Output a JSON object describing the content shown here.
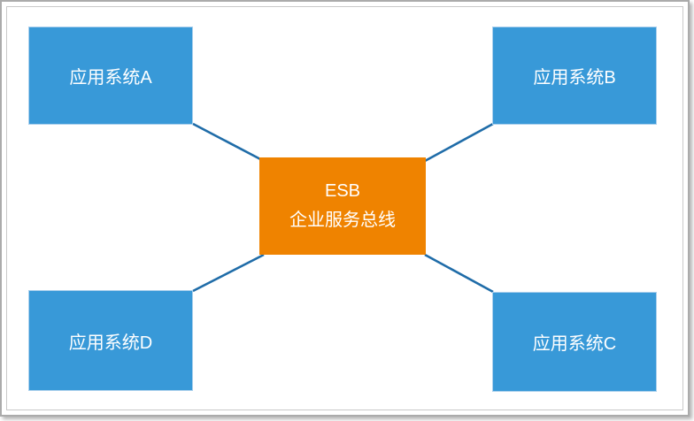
{
  "diagram": {
    "center_node": {
      "line1": "ESB",
      "line2": "企业服务总线"
    },
    "nodes": [
      {
        "position": "top-left",
        "label": "应用系统A"
      },
      {
        "position": "top-right",
        "label": "应用系统B"
      },
      {
        "position": "bottom-right",
        "label": "应用系统C"
      },
      {
        "position": "bottom-left",
        "label": "应用系统D"
      }
    ],
    "colors": {
      "node_fill": "#3899d8",
      "node_border": "#a9cfec",
      "center_fill": "#ef8300",
      "connector": "#1f6ca8",
      "label_text": "#ffffff",
      "outer_frame": "#ababab",
      "inner_frame": "#c9c9c9"
    }
  }
}
